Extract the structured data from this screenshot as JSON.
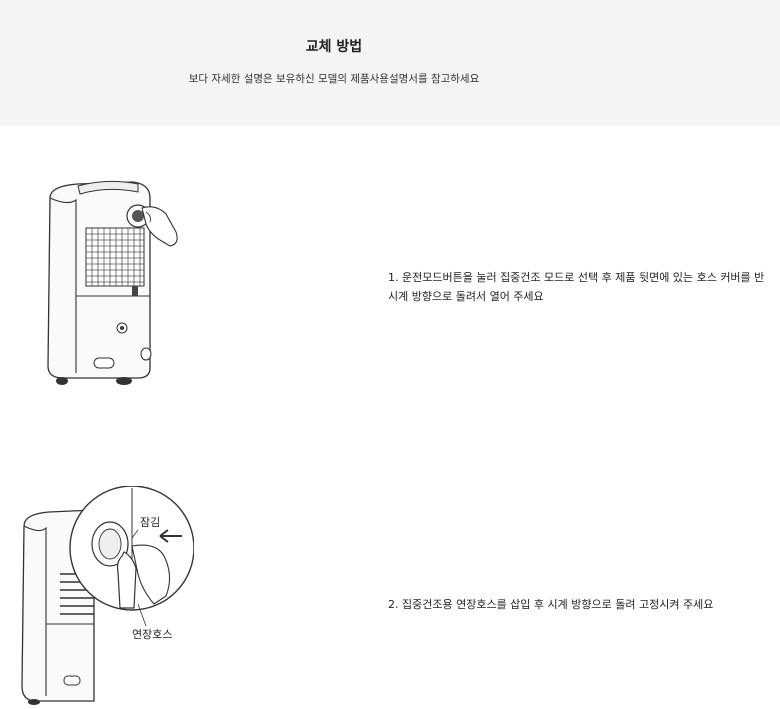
{
  "header": {
    "title": "교체 방법",
    "subtitle": "보다 자세한 설명은 보유하신 모델의 제품사용설명서를 참고하세요"
  },
  "steps": [
    {
      "text": "1. 운전모드버튼을 눌러 집중건조 모드로 선택 후 제품 뒷면에 있는 호스 커버를 반시계 방향으로 돌려서 열어 주세요"
    },
    {
      "text": "2. 집중건조용 연장호스를 삽입 후 시계 방향으로 돌려 고정시켜 주세요",
      "callouts": {
        "lock": "잠김",
        "hose": "연장호스"
      }
    }
  ]
}
